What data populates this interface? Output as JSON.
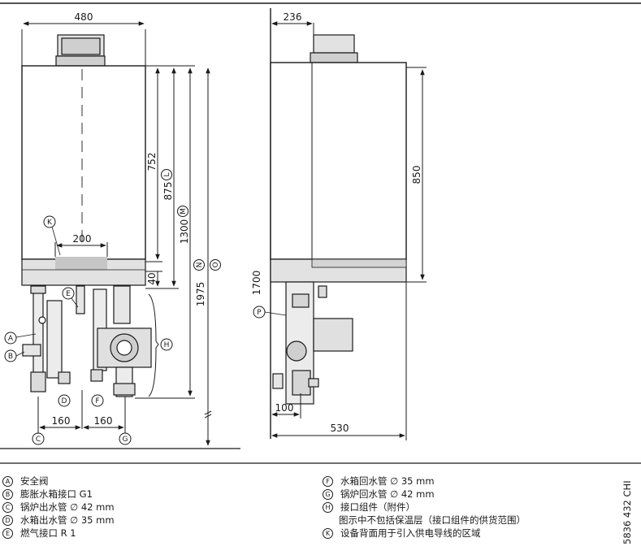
{
  "dimensions": {
    "width_front": "480",
    "width_side": "236",
    "height_752": "752",
    "height_875": "875",
    "height_1300": "1300",
    "height_1975": "1975",
    "height_850": "850",
    "height_1700": "1700",
    "width_200": "200",
    "offset_40": "40",
    "spacing_160_a": "160",
    "spacing_160_b": "160",
    "depth_100": "100",
    "depth_530": "530"
  },
  "markers": {
    "A": "A",
    "B": "B",
    "C": "C",
    "D": "D",
    "E": "E",
    "F": "F",
    "G": "G",
    "H": "H",
    "K": "K",
    "L": "L",
    "M": "M",
    "N": "N",
    "O": "O",
    "P": "P"
  },
  "legend": {
    "left": [
      {
        "key": "A",
        "text": "安全阀"
      },
      {
        "key": "B",
        "text": "膨胀水箱接口 G1"
      },
      {
        "key": "C",
        "text": "锅炉出水管 ∅ 42 mm"
      },
      {
        "key": "D",
        "text": "水箱出水管 ∅ 35 mm"
      },
      {
        "key": "E",
        "text": "燃气接口 R 1"
      }
    ],
    "right": [
      {
        "key": "F",
        "text": "水箱回水管 ∅ 35 mm"
      },
      {
        "key": "G",
        "text": "锅炉回水管 ∅ 42 mm"
      },
      {
        "key": "H",
        "text": "接口组件（附件）"
      },
      {
        "key": "",
        "text": "图示中不包括保温层（接口组件的供货范围）"
      },
      {
        "key": "K",
        "text": "设备背面用于引入供电导线的区域"
      }
    ]
  },
  "doc_number": "5836 432 CHI"
}
